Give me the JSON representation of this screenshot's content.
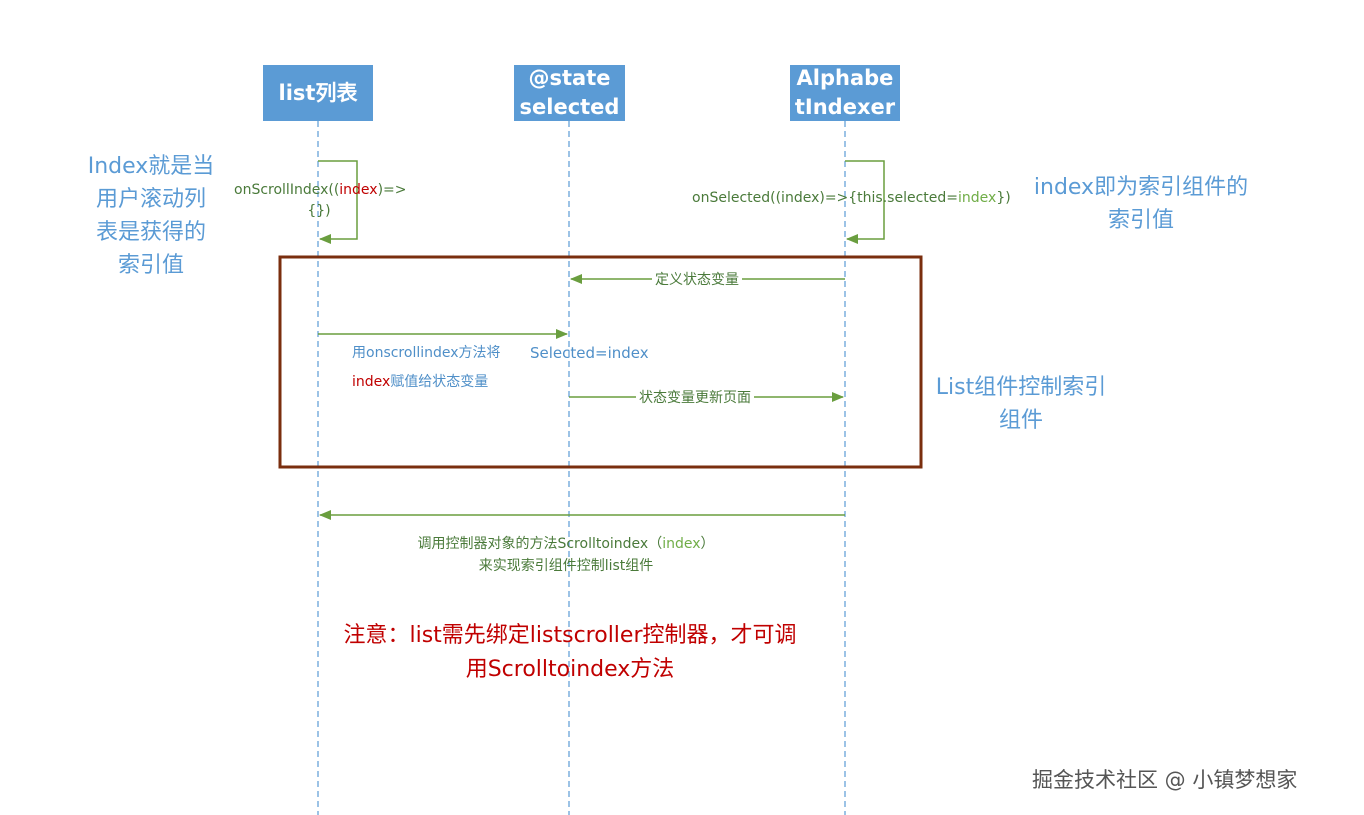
{
  "lifelines": {
    "list": {
      "label": "list列表"
    },
    "state": {
      "line1": "@state",
      "line2": "selected"
    },
    "indexer": {
      "line1": "Alphabe",
      "line2": "tIndexer"
    }
  },
  "notes": {
    "left": [
      "Index就是当",
      "用户滚动列",
      "表是获得的",
      "索引值"
    ],
    "right": [
      "index即为索引组件的",
      "索引值"
    ],
    "box": [
      "List组件控制索引",
      "组件"
    ],
    "warning": [
      "注意：list需先绑定listscroller控制器，才可调",
      "用Scrolltoindex方法"
    ]
  },
  "messages": {
    "scroll_prefix": "onScrollIndex((",
    "scroll_param": "index",
    "scroll_suffix": ")=>",
    "scroll_body": "{})",
    "selected_prefix": "onSelected((index)=>{this.selected=",
    "selected_param": "index",
    "selected_suffix": "})",
    "define_state": "定义状态变量",
    "assign_line1": "用onscrollindex方法将",
    "assign_param": "index",
    "assign_line2": "赋值给状态变量",
    "selected_eq": "Selected=index",
    "update_page": "状态变量更新页面",
    "call_prefix": "调用控制器对象的方法Scrolltoindex（",
    "call_param": "index",
    "call_suffix": "）",
    "call_line2": "来实现索引组件控制list组件"
  },
  "watermark": "掘金技术社区 @ 小镇梦想家",
  "colors": {
    "header": "#5b9bd5",
    "arrow": "#6a9e3f",
    "box": "#7a2e0e",
    "warning": "#c00000",
    "note": "#5b9bd5"
  }
}
